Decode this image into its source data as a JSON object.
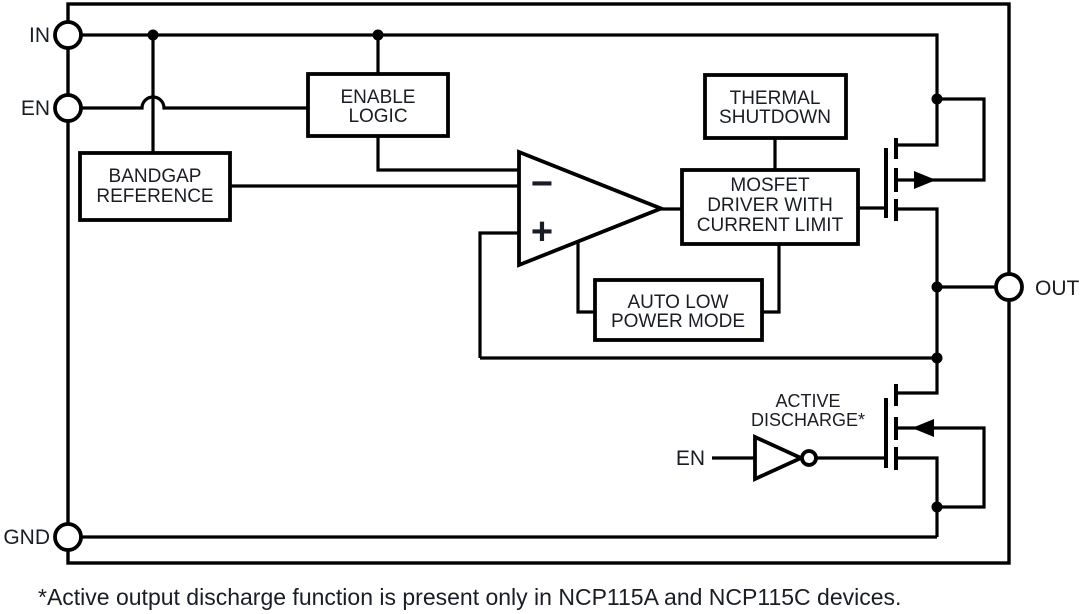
{
  "pins": {
    "in": "IN",
    "en": "EN",
    "gnd": "GND",
    "out": "OUT"
  },
  "blocks": {
    "enable_logic": [
      "ENABLE",
      "LOGIC"
    ],
    "bandgap_reference": [
      "BANDGAP",
      "REFERENCE"
    ],
    "thermal_shutdown": [
      "THERMAL",
      "SHUTDOWN"
    ],
    "mosfet_driver": [
      "MOSFET",
      "DRIVER WITH",
      "CURRENT LIMIT"
    ],
    "auto_low_power": [
      "AUTO LOW",
      "POWER MODE"
    ],
    "active_discharge": [
      "ACTIVE",
      "DISCHARGE*"
    ]
  },
  "opamp": {
    "inverting": "−",
    "noninverting": "+"
  },
  "inverter": {
    "label": "EN"
  },
  "footnote": "*Active output discharge function is present only in NCP115A and NCP115C devices.",
  "colors": {
    "line": "#000000",
    "text": "#1a1d25",
    "background": "#ffffff"
  }
}
